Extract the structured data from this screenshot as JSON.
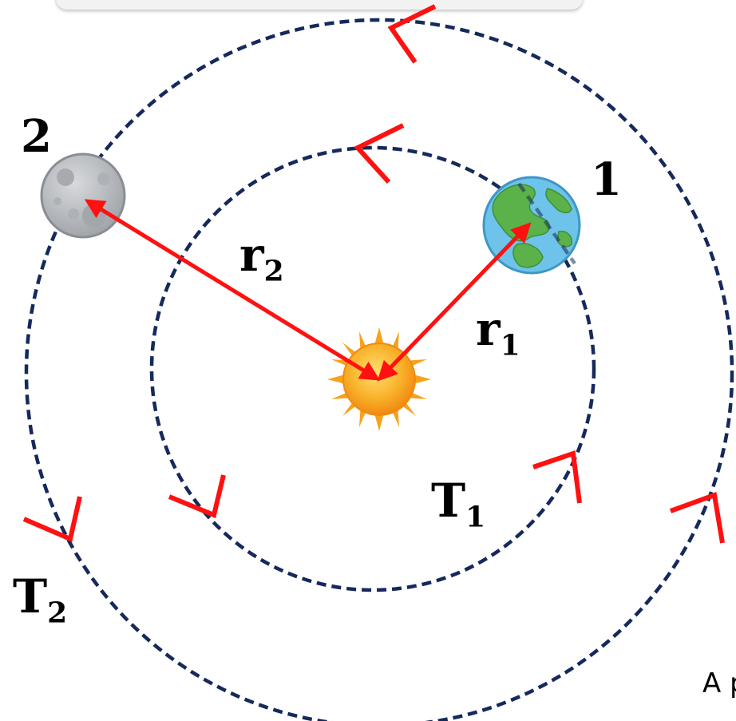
{
  "labels": {
    "body_2": "2",
    "body_1": "1",
    "r2_main": "r",
    "r2_sub": "2",
    "r1_main": "r",
    "r1_sub": "1",
    "t1_main": "T",
    "t1_sub": "1",
    "t2_main": "T",
    "t2_sub": "2",
    "caption": "A p"
  },
  "colors": {
    "orbit": "#15295b",
    "arrow": "#ff1111",
    "sun": "#f7a21b",
    "earth_ocean": "#6ec3ea",
    "earth_land": "#5bb24a",
    "moon": "#b9bcc0"
  },
  "icons": {
    "sun": "sun-icon",
    "earth": "earth-icon",
    "moon": "moon-icon"
  }
}
